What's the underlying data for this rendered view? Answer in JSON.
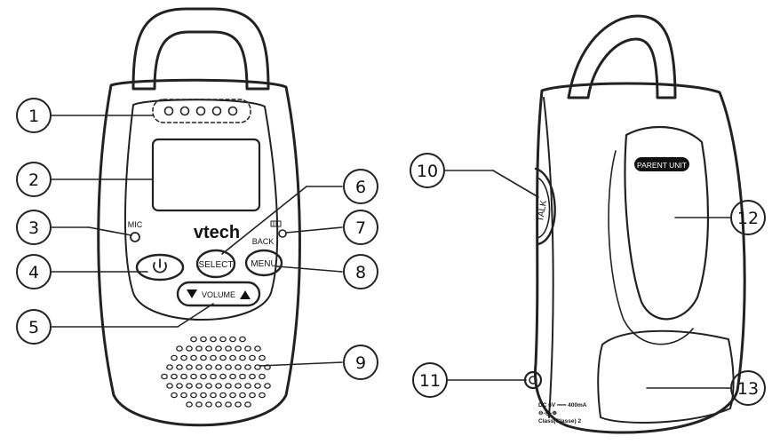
{
  "brand": "vtech",
  "labels": {
    "mic": "MIC",
    "back": "BACK",
    "select": "SELECT",
    "menu": "MENU",
    "volume": "VOLUME",
    "talk": "TALK",
    "parent_unit": "PARENT UNIT",
    "power_icon": "power-icon",
    "battery_icon": "battery-icon",
    "volume_down_icon": "down-triangle-icon",
    "volume_up_icon": "up-triangle-icon"
  },
  "dc_spec": {
    "line1": "DC 6V ⎓⎓ 400mA",
    "line2": "⊖-◎-⊕",
    "line3": "Class(Classe) 2"
  },
  "callouts": [
    {
      "num": "1"
    },
    {
      "num": "2"
    },
    {
      "num": "3"
    },
    {
      "num": "4"
    },
    {
      "num": "5"
    },
    {
      "num": "6"
    },
    {
      "num": "7"
    },
    {
      "num": "8"
    },
    {
      "num": "9"
    },
    {
      "num": "10"
    },
    {
      "num": "11"
    },
    {
      "num": "12"
    },
    {
      "num": "13"
    }
  ]
}
